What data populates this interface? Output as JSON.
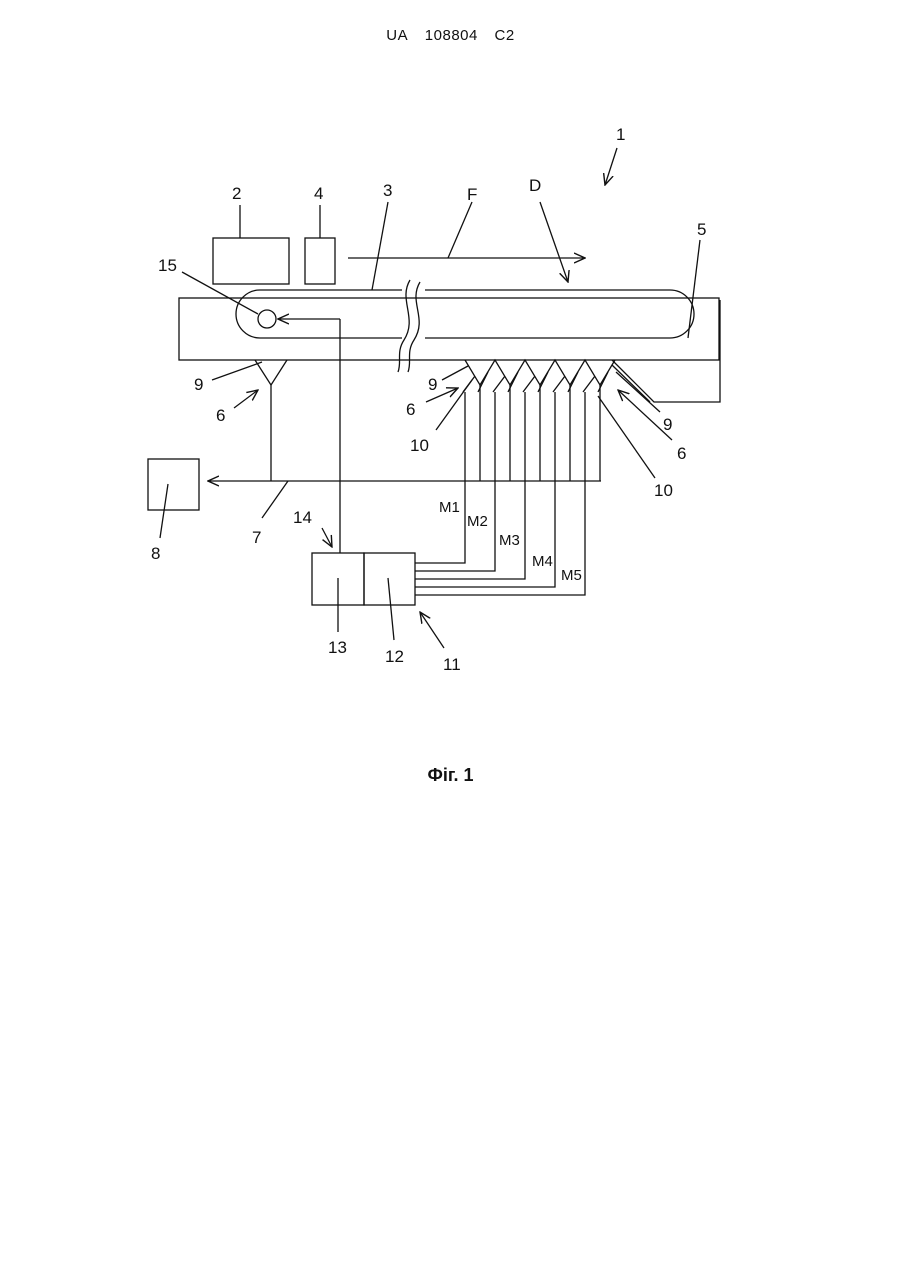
{
  "header": {
    "country": "UA",
    "number": "108804",
    "kind": "C2"
  },
  "labels": {
    "l1": "1",
    "l2": "2",
    "l3": "3",
    "l4": "4",
    "l5": "5",
    "l6a": "6",
    "l6b": "6",
    "l6c": "6",
    "l7": "7",
    "l8": "8",
    "l9a": "9",
    "l9b": "9",
    "l9c": "9",
    "l10a": "10",
    "l10b": "10",
    "l11": "11",
    "l12": "12",
    "l13": "13",
    "l14": "14",
    "l15": "15",
    "lF": "F",
    "lD": "D",
    "m1": "M1",
    "m2": "M2",
    "m3": "M3",
    "m4": "M4",
    "m5": "M5"
  },
  "caption": "Фіг. 1"
}
